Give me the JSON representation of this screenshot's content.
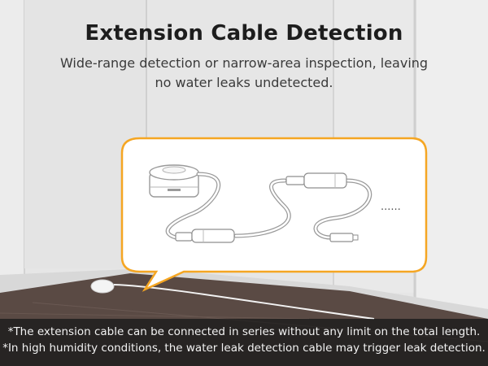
{
  "header": {
    "title": "Extension Cable Detection",
    "subtitle": "Wide-range detection or narrow-area inspection, leaving no water leaks undetected."
  },
  "illustration": {
    "continuation_text": "......",
    "bubble_border_color": "#f5a623",
    "icons": [
      "water-leak-sensor-icon",
      "extension-cable-icon"
    ]
  },
  "footnotes": [
    "*The extension cable can be connected in series without any limit on the total length.",
    "*In high humidity conditions, the water leak detection cable may trigger leak detection."
  ]
}
